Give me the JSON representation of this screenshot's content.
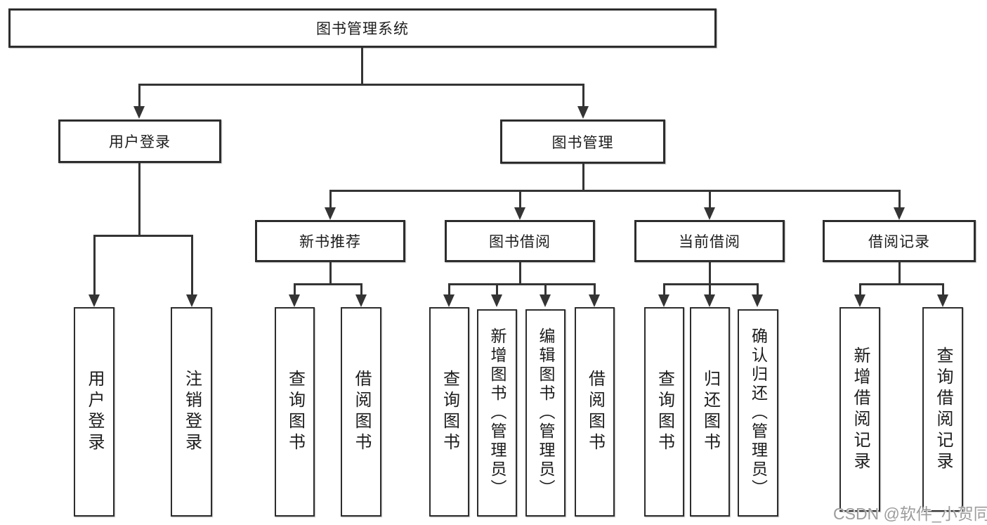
{
  "diagram": {
    "type": "hierarchy-tree",
    "root_label": "图书管理系统",
    "branches": {
      "user_login": {
        "label": "用户登录",
        "children": [
          "用户登录",
          "注销登录"
        ]
      },
      "book_mgmt": {
        "label": "图书管理",
        "sections": {
          "new_books": {
            "label": "新书推荐",
            "children": [
              "查询图书",
              "借阅图书"
            ]
          },
          "borrowing": {
            "label": "图书借阅",
            "children": [
              "查询图书",
              "新增图书（管理员）",
              "编辑图书（管理员）",
              "借阅图书"
            ]
          },
          "current": {
            "label": "当前借阅",
            "children": [
              "查询图书",
              "归还图书",
              "确认归还（管理员）"
            ]
          },
          "records": {
            "label": "借阅记录",
            "children": [
              "新增借阅记录",
              "查询借阅记录"
            ]
          }
        }
      }
    }
  },
  "watermark": "CSDN @软件_小贺同学",
  "colors": {
    "line": "#343434",
    "box_border": "#2d2d2d",
    "text": "#1c1c1c",
    "watermark": "#9c9c9c",
    "background": "#ffffff"
  }
}
